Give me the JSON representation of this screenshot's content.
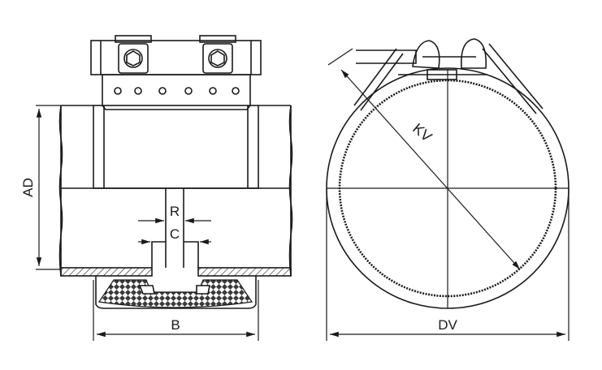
{
  "labels": {
    "ad": "AD",
    "r": "R",
    "c": "C",
    "b": "B",
    "dv": "DV",
    "kv": "KV"
  },
  "colors": {
    "line": "#1a1a1a",
    "background": "#ffffff",
    "gasket": "#3a3a3a"
  }
}
